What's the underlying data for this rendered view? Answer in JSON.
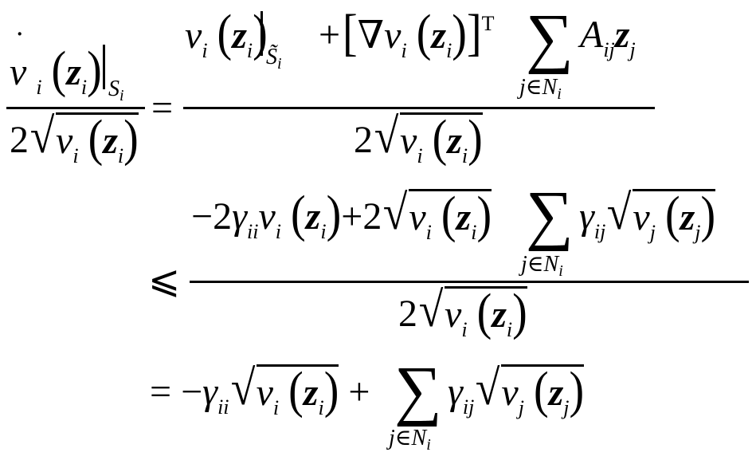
{
  "equation": {
    "description": "Derivative bound of square-root Lyapunov function for agent i",
    "line1": {
      "lhs": {
        "numerator": {
          "v": "v",
          "dot": "˙",
          "sub_i": "i",
          "z": "z",
          "sub_z": "i",
          "restriction": "S",
          "restriction_sub": "i"
        },
        "denominator": {
          "coeff": "2",
          "v": "v",
          "sub_i": "i",
          "z": "z",
          "sub_z": "i"
        }
      },
      "relation": "=",
      "rhs": {
        "numerator": {
          "term1": {
            "v": "v",
            "sub_i": "i",
            "z": "z",
            "sub_z": "i",
            "restriction": "S̃",
            "restriction_sub": "i"
          },
          "plus": "+",
          "term2": {
            "nabla": "∇",
            "v": "v",
            "sub_i": "i",
            "z": "z",
            "sub_z": "i",
            "transpose": "T",
            "sum": "∑",
            "sum_lower": "j∈N",
            "sum_lower_sub": "i",
            "A": "A",
            "A_sub": "ij",
            "zj": "z",
            "zj_sub": "j"
          }
        },
        "denominator": {
          "coeff": "2",
          "v": "v",
          "sub_i": "i",
          "z": "z",
          "sub_z": "i"
        }
      }
    },
    "line2": {
      "relation": "⩽",
      "numerator": {
        "term1": {
          "coeff": "−2",
          "gamma": "γ",
          "gamma_sub": "ii",
          "v": "v",
          "sub_i": "i",
          "z": "z",
          "sub_z": "i"
        },
        "plus": "+",
        "term2": {
          "coeff": "2",
          "v": "v",
          "sub_i": "i",
          "z": "z",
          "sub_z": "i",
          "sum": "∑",
          "sum_lower": "j∈N",
          "sum_lower_sub": "i",
          "gamma": "γ",
          "gamma_sub": "ij",
          "vj": "v",
          "vj_sub": "j",
          "zj": "z",
          "zj_sub": "j"
        }
      },
      "denominator": {
        "coeff": "2",
        "v": "v",
        "sub_i": "i",
        "z": "z",
        "sub_z": "i"
      }
    },
    "line3": {
      "relation": "=",
      "term1": {
        "sign": "−",
        "gamma": "γ",
        "gamma_sub": "ii",
        "v": "v",
        "sub_i": "i",
        "z": "z",
        "sub_z": "i"
      },
      "plus": "+",
      "term2": {
        "sum": "∑",
        "sum_lower": "j∈N",
        "sum_lower_sub": "i",
        "gamma": "γ",
        "gamma_sub": "ij",
        "vj": "v",
        "vj_sub": "j",
        "zj": "z",
        "zj_sub": "j"
      }
    },
    "parens": {
      "open": "(",
      "close": ")",
      "bracket_open": "[",
      "bracket_close": "]",
      "bar": "|"
    }
  }
}
